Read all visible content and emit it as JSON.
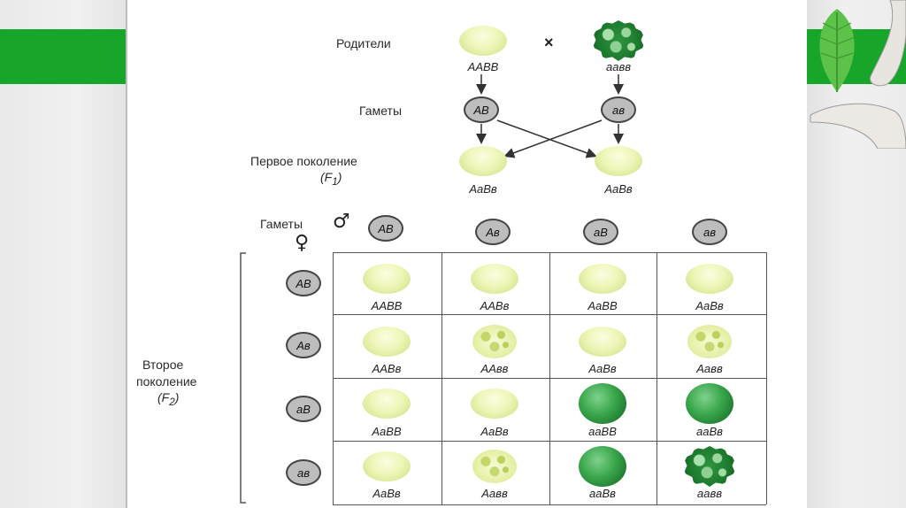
{
  "labels": {
    "parents": "Родители",
    "gametes": "Гаметы",
    "first_gen_line1": "Первое поколение",
    "first_gen_line2": "(F",
    "first_gen_sub": "1",
    "first_gen_close": ")",
    "gametes_table": "Гаметы",
    "male_symbol": "♂",
    "female_symbol": "♀",
    "cross_symbol": "×",
    "second_gen_line1": "Второе",
    "second_gen_line2": "поколение",
    "second_gen_line3": "(F",
    "second_gen_sub": "2",
    "second_gen_close": ")"
  },
  "parents": {
    "left": {
      "genotype": "AABB",
      "phenotype": "yellow-smooth"
    },
    "right": {
      "genotype": "aaвв",
      "phenotype": "green-wrinkled"
    }
  },
  "parent_gametes": {
    "left": "AB",
    "right": "aв"
  },
  "f1": [
    {
      "genotype": "AaBв",
      "phenotype": "yellow-smooth"
    },
    {
      "genotype": "AaBв",
      "phenotype": "yellow-smooth"
    }
  ],
  "male_gametes": [
    "AB",
    "Aв",
    "aB",
    "aв"
  ],
  "female_gametes": [
    "AB",
    "Aв",
    "aB",
    "aв"
  ],
  "punnett": [
    [
      {
        "genotype": "AABB",
        "phenotype": "yellow-smooth"
      },
      {
        "genotype": "AABв",
        "phenotype": "yellow-smooth"
      },
      {
        "genotype": "AaBB",
        "phenotype": "yellow-smooth"
      },
      {
        "genotype": "AaBв",
        "phenotype": "yellow-smooth"
      }
    ],
    [
      {
        "genotype": "AABв",
        "phenotype": "yellow-smooth"
      },
      {
        "genotype": "AAвв",
        "phenotype": "yellow-wrinkled"
      },
      {
        "genotype": "AaBв",
        "phenotype": "yellow-smooth"
      },
      {
        "genotype": "Aaвв",
        "phenotype": "yellow-wrinkled"
      }
    ],
    [
      {
        "genotype": "AaBB",
        "phenotype": "yellow-smooth"
      },
      {
        "genotype": "AaBв",
        "phenotype": "yellow-smooth"
      },
      {
        "genotype": "aaBB",
        "phenotype": "green-smooth"
      },
      {
        "genotype": "aaBв",
        "phenotype": "green-smooth"
      }
    ],
    [
      {
        "genotype": "AaBв",
        "phenotype": "yellow-smooth"
      },
      {
        "genotype": "Aaвв",
        "phenotype": "yellow-wrinkled"
      },
      {
        "genotype": "aaBв",
        "phenotype": "green-smooth"
      },
      {
        "genotype": "aaвв",
        "phenotype": "green-wrinkled"
      }
    ]
  ],
  "colors": {
    "accent_green": "#17a52a",
    "gamete_fill": "#bdbdbd",
    "yellow_pea": "#e6f0a8",
    "green_pea": "#2e9440"
  }
}
